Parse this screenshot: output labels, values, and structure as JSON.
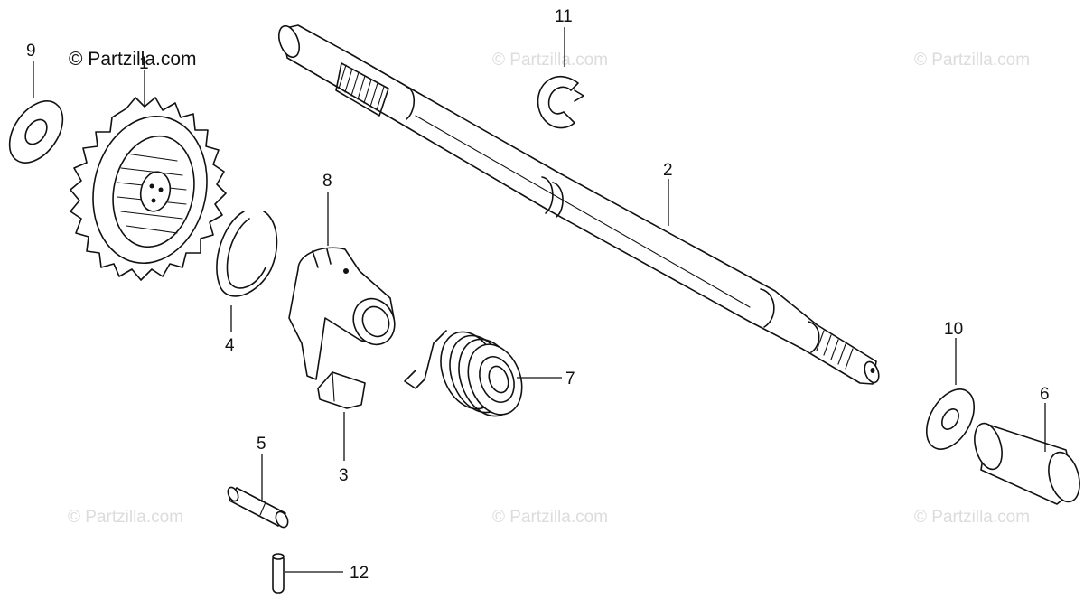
{
  "copyright": "© Partzilla.com",
  "watermark": "© Partzilla.com",
  "callouts": {
    "p1": "1",
    "p2": "2",
    "p3": "3",
    "p4": "4",
    "p5": "5",
    "p6": "6",
    "p7": "7",
    "p8": "8",
    "p9": "9",
    "p10": "10",
    "p11": "11",
    "p12": "12"
  }
}
